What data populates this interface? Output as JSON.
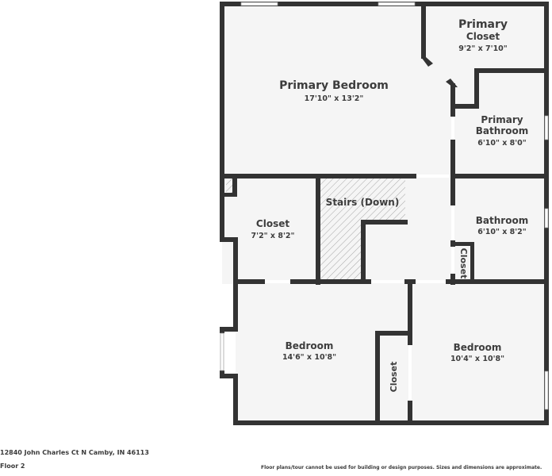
{
  "floorplan": {
    "colors": {
      "wall": "#333333",
      "floor": "#f5f5f5",
      "window": "#ffffff",
      "stairs_hatch": "#b0b0b0",
      "text": "#3d3d3d"
    },
    "rooms": [
      {
        "id": "primary-bedroom",
        "name": "Primary Bedroom",
        "dimensions": "17'10\" x 13'2\""
      },
      {
        "id": "primary-closet",
        "name_line1": "Primary",
        "name_line2": "Closet",
        "dimensions": "9'2\" x 7'10\""
      },
      {
        "id": "primary-bathroom",
        "name_line1": "Primary",
        "name_line2": "Bathroom",
        "dimensions": "6'10\" x 8'0\""
      },
      {
        "id": "closet-left",
        "name": "Closet",
        "dimensions": "7'2\" x 8'2\""
      },
      {
        "id": "stairs",
        "name": "Stairs (Down)"
      },
      {
        "id": "bathroom",
        "name": "Bathroom",
        "dimensions": "6'10\" x 8'2\""
      },
      {
        "id": "closet-bath",
        "name": "Closet"
      },
      {
        "id": "bedroom-left",
        "name": "Bedroom",
        "dimensions": "14'6\" x 10'8\""
      },
      {
        "id": "closet-bedroom",
        "name": "Closet"
      },
      {
        "id": "bedroom-right",
        "name": "Bedroom",
        "dimensions": "10'4\" x 10'8\""
      }
    ]
  },
  "footer": {
    "address": "12840 John Charles Ct N Camby, IN 46113",
    "floor_label": "Floor 2",
    "disclaimer": "Floor plans/tour cannot be used for building or design purposes. Sizes and dimensions are approximate."
  }
}
